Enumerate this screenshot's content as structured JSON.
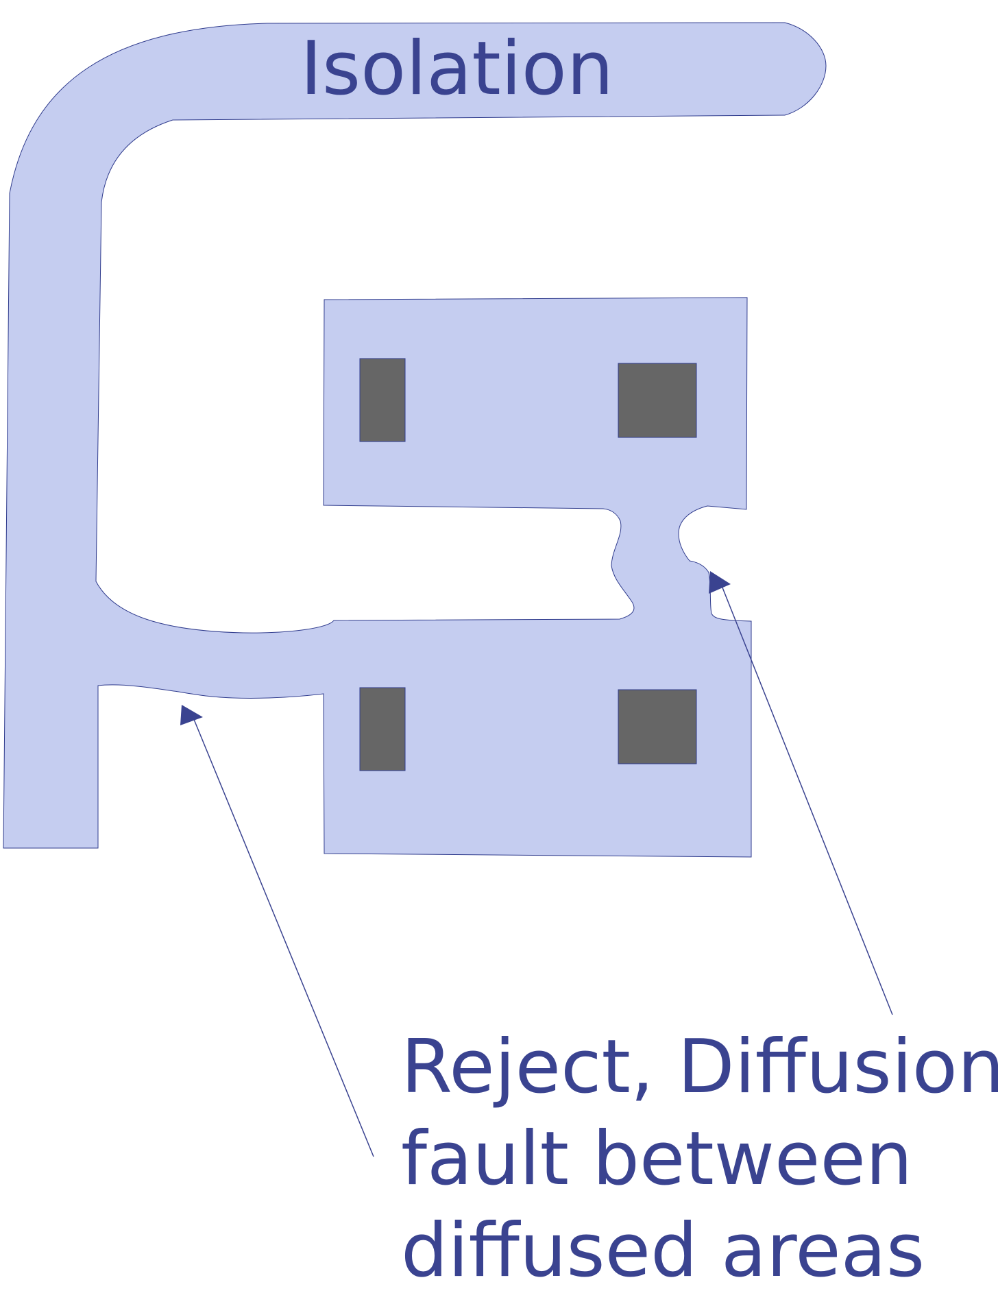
{
  "labels": {
    "isolation": "Isolation",
    "caption_line_1": "Reject, Diffusion",
    "caption_line_2": "fault between",
    "caption_line_3": "diffused areas"
  },
  "colors": {
    "region_fill": "#c5cdf0",
    "contact_fill": "#666666",
    "text": "#3a4390",
    "arrow": "#3a4390"
  }
}
